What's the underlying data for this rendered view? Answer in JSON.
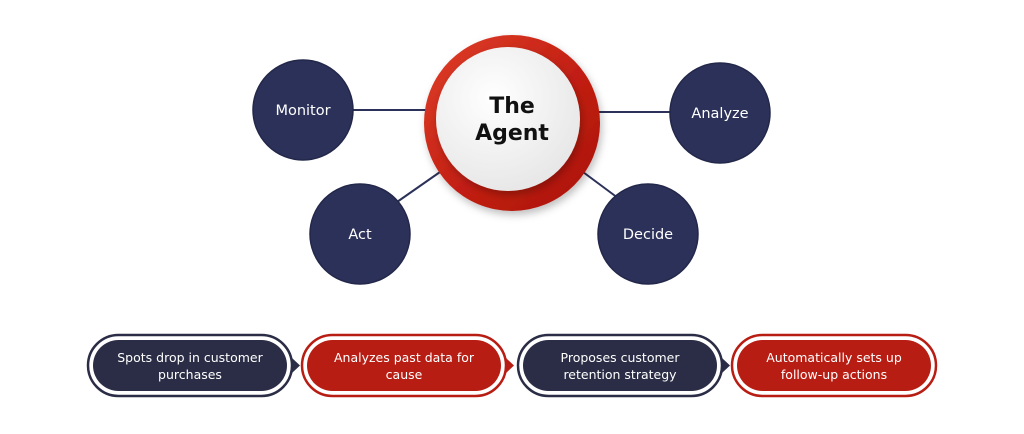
{
  "diagram": {
    "center": {
      "line1": "The",
      "line2": "Agent"
    },
    "nodes": [
      {
        "id": "monitor",
        "label": "Monitor"
      },
      {
        "id": "act",
        "label": "Act"
      },
      {
        "id": "analyze",
        "label": "Analyze"
      },
      {
        "id": "decide",
        "label": "Decide"
      }
    ],
    "steps": [
      {
        "line1": "Spots drop in customer",
        "line2": "purchases",
        "variant": "dark"
      },
      {
        "line1": "Analyzes past data for",
        "line2": "cause",
        "variant": "red"
      },
      {
        "line1": "Proposes customer",
        "line2": "retention strategy",
        "variant": "dark"
      },
      {
        "line1": "Automatically sets up",
        "line2": "follow-up actions",
        "variant": "red"
      }
    ],
    "colors": {
      "node_fill": "#2b3158",
      "connector": "#2b3158",
      "ring_red": "#c8281a",
      "pill_dark": "#2a2d45",
      "pill_red": "#b81d13",
      "center_fill": "#f4f4f4"
    }
  }
}
